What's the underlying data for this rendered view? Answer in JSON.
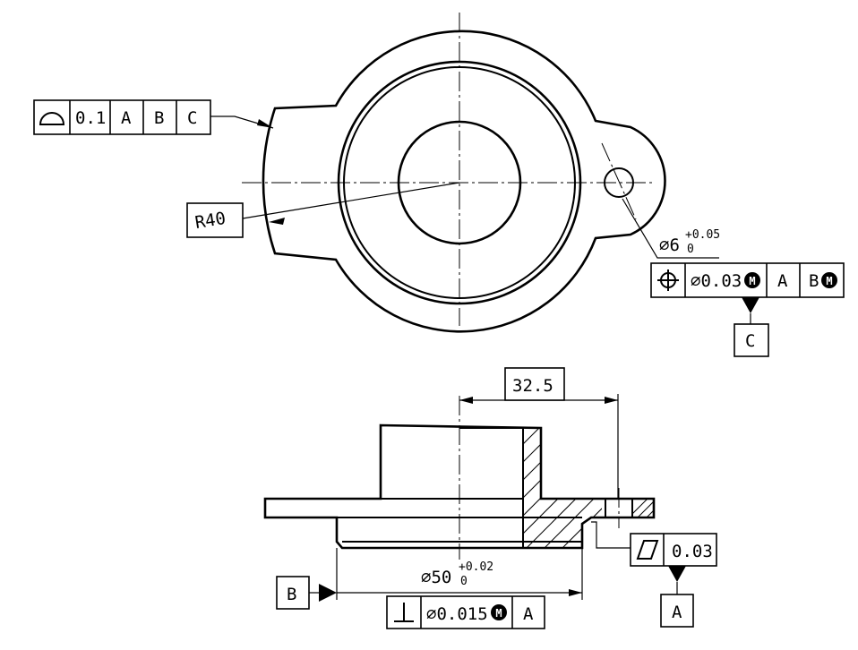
{
  "top_view": {
    "radius_label": "R40",
    "fcf_profile": {
      "symbol": "surface-profile-icon",
      "tolerance": "0.1",
      "datums": [
        "A",
        "B",
        "C"
      ]
    },
    "hole": {
      "diameter": "⌀6",
      "upper_tol": "+0.05",
      "lower_tol": "0"
    },
    "fcf_position": {
      "symbol": "position-icon",
      "tolerance": "⌀0.03",
      "modifier": "M",
      "datum1": "A",
      "datum2": "B",
      "datum2_modifier": "M"
    },
    "datum_c": "C"
  },
  "section_view": {
    "dim_width": "32.5",
    "dim_diameter": {
      "value": "⌀50",
      "upper_tol": "+0.02",
      "lower_tol": "0"
    },
    "datum_b": "B",
    "fcf_perpendicular": {
      "symbol": "perpendicularity-icon",
      "tolerance": "⌀0.015",
      "modifier": "M",
      "datum": "A"
    },
    "fcf_flatness": {
      "symbol": "flatness-icon",
      "tolerance": "0.03"
    },
    "datum_a": "A"
  }
}
